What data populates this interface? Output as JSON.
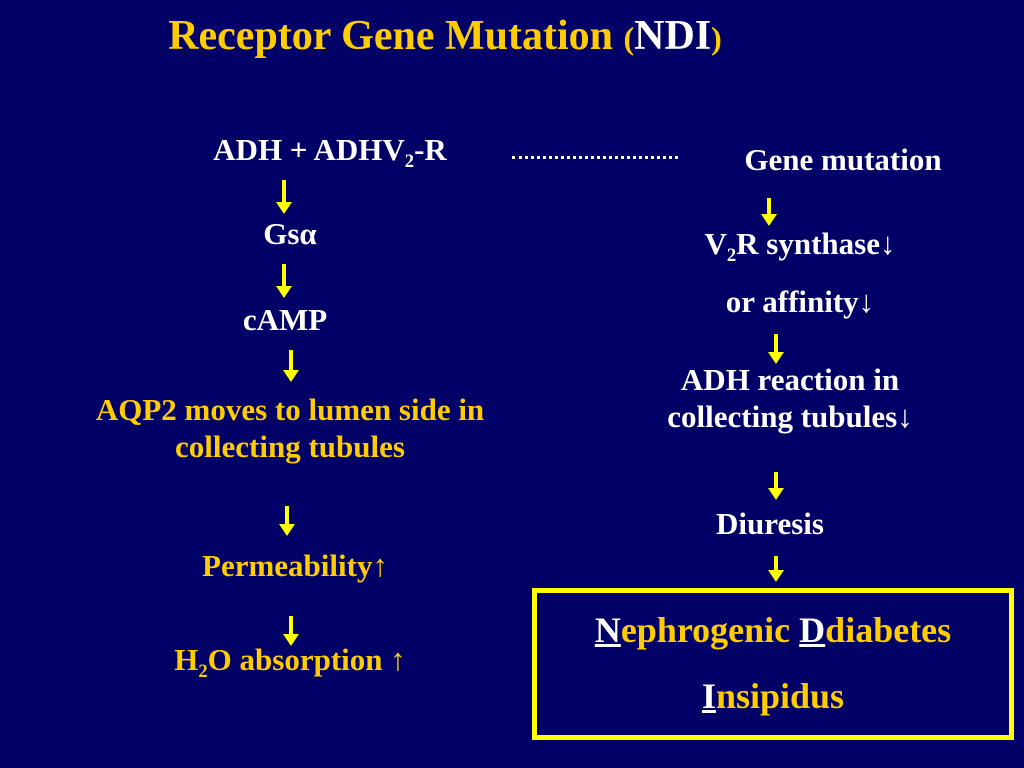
{
  "title": {
    "main": "Receptor Gene Mutation",
    "open_paren": "(",
    "abbr": "NDI",
    "close_paren": ")"
  },
  "left_chain": {
    "adh_receptor": {
      "prefix": "ADH + ADHV",
      "sub": "2",
      "suffix": "-R"
    },
    "gs": "Gsα",
    "camp": "cAMP",
    "aqp2_line1": "AQP2 moves to lumen side in",
    "aqp2_line2": "collecting tubules",
    "permeability": "Permeability↑",
    "absorption": {
      "prefix": "H",
      "sub": "2",
      "suffix": "O absorption ↑"
    }
  },
  "right_chain": {
    "gene_mutation": "Gene mutation",
    "synthase": {
      "prefix": "V",
      "sub": "2",
      "suffix": "R synthase↓"
    },
    "affinity": "or affinity↓",
    "reaction_line1": "ADH reaction in",
    "reaction_line2": "collecting tubules↓",
    "diuresis": "Diuresis"
  },
  "result_box": {
    "n_letter": "N",
    "n_rest": "ephrogenic ",
    "d_letter": "D",
    "d_rest": "diabetes",
    "i_letter": "I",
    "i_rest": "nsipidus"
  },
  "colors": {
    "background": "#000066",
    "title": "#ffcc00",
    "text_white": "#ffffff",
    "text_yellow": "#ffcc00",
    "arrow": "#ffff00",
    "box_border": "#ffff00"
  }
}
